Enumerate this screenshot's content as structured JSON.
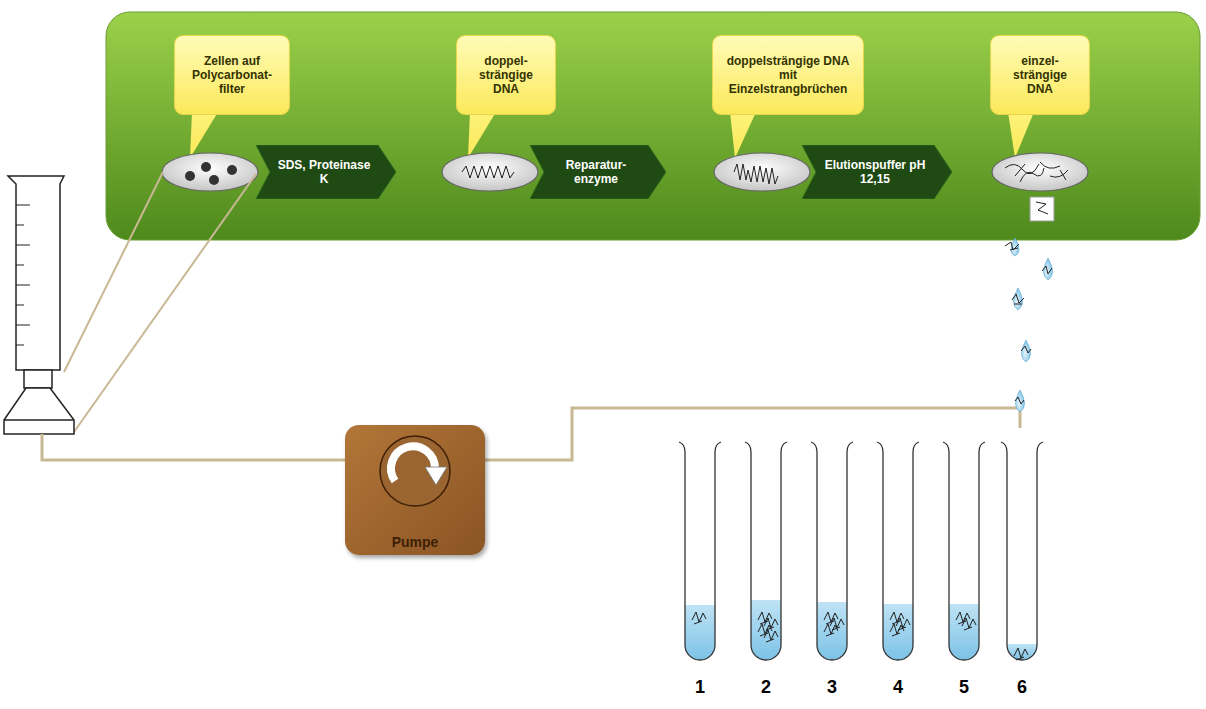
{
  "diagram": {
    "nodes": [
      {
        "text": [
          "Zellen auf Polycarbonat- filter"
        ]
      },
      {
        "text": [
          "doppel- strängige DNA"
        ]
      },
      {
        "text": [
          "doppelsträngige DNA mit Einzelstrangbrüchen"
        ]
      },
      {
        "text": [
          "einzel- strängige DNA"
        ]
      },
      {
        "text": [
          "SDS, Proteinase K"
        ]
      },
      {
        "text": [
          "Reparatur- enzyme"
        ]
      },
      {
        "text": [
          "Elutionspuffer pH 12,15"
        ]
      },
      {
        "text": [
          "Pumpe"
        ]
      }
    ],
    "labels": [
      "1",
      "2",
      "3",
      "4",
      "5",
      "6"
    ]
  }
}
